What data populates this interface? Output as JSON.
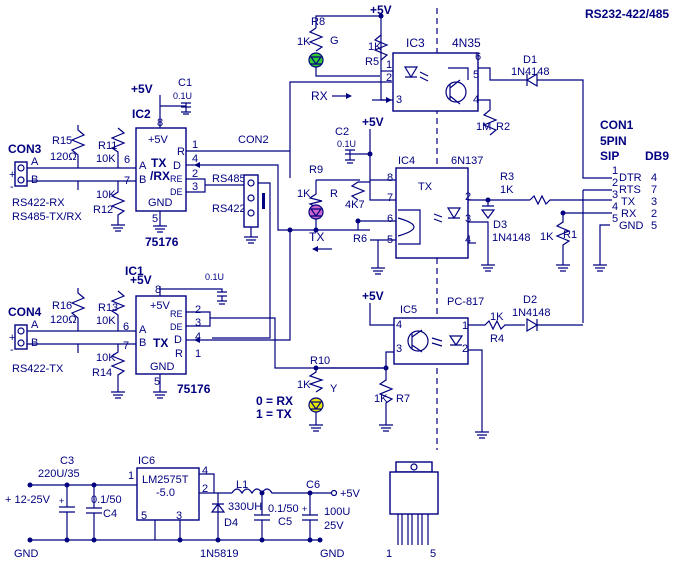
{
  "title": "RS232-422/485",
  "power": {
    "v5": "+5V"
  },
  "leds": {
    "r8": {
      "ref": "R8",
      "val": "1K",
      "color_label": "G",
      "color": "#33cc33"
    },
    "r9": {
      "ref": "R9",
      "val": "1K",
      "color_label": "R",
      "color": "#cc66cc"
    },
    "r10": {
      "ref": "R10",
      "val": "1K",
      "color_label": "Y",
      "color": "#e6e600"
    }
  },
  "resistors": {
    "r5": {
      "ref": "R5",
      "val": "1K"
    },
    "r2": {
      "ref": "R2",
      "val": "1M"
    },
    "r3": {
      "ref": "R3",
      "val": "1K"
    },
    "r1": {
      "ref": "R1",
      "val": "1K"
    },
    "r4": {
      "ref": "R4",
      "val": "1K"
    },
    "r6": {
      "ref": "R6",
      "val": "4K7"
    },
    "r7": {
      "ref": "R7",
      "val": "1K"
    },
    "r11": {
      "ref": "R11",
      "val": "10K"
    },
    "r12": {
      "ref": "R12",
      "val": "10K"
    },
    "r13": {
      "ref": "R13",
      "val": "10K"
    },
    "r14": {
      "ref": "R14",
      "val": "10K"
    },
    "r15": {
      "ref": "R15",
      "val": "120Ω"
    },
    "r16": {
      "ref": "R16",
      "val": "120Ω"
    }
  },
  "caps": {
    "c1": {
      "ref": "C1",
      "val": "0.1U"
    },
    "c2": {
      "ref": "C2",
      "val": "0.1U"
    },
    "c_ic1": {
      "val": "0.1U"
    },
    "c3": {
      "ref": "C3",
      "val": "220U/35"
    },
    "c4": {
      "ref": "C4",
      "val": "0.1/50"
    },
    "c5": {
      "ref": "C5",
      "val": "0.1/50"
    },
    "c6": {
      "ref": "C6",
      "val": "100U",
      "val2": "25V"
    }
  },
  "diodes": {
    "d1": {
      "ref": "D1",
      "val": "1N4148"
    },
    "d2": {
      "ref": "D2",
      "val": "1N4148"
    },
    "d3": {
      "ref": "D3",
      "val": "1N4148"
    },
    "d4": {
      "ref": "D4",
      "val": "1N5819"
    }
  },
  "ics": {
    "ic2": {
      "ref": "IC2",
      "tx": "TX",
      "rx": "/RX",
      "part": "75176",
      "pwr": "+5V",
      "gnd": "GND",
      "p_r": "R",
      "p_re": "RE",
      "p_de": "DE",
      "p_d": "D",
      "p_a": "A",
      "p_b": "B"
    },
    "ic1": {
      "ref": "IC1",
      "tx": "TX",
      "part": "75176",
      "pwr": "+5V",
      "gnd": "GND",
      "p_re": "RE",
      "p_de": "DE",
      "p_d": "D",
      "p_r": "R",
      "p_a": "A",
      "p_b": "B"
    },
    "ic3": {
      "ref": "IC3",
      "part": "4N35"
    },
    "ic4": {
      "ref": "IC4",
      "part": "6N137",
      "tx": "TX"
    },
    "ic5": {
      "ref": "IC5",
      "part": "PC-817"
    },
    "ic6": {
      "ref": "IC6",
      "part1": "LM2575T",
      "part2": "-5.0"
    }
  },
  "pins": {
    "ic2": [
      "8",
      "1",
      "4",
      "2",
      "3",
      "5",
      "6",
      "7"
    ],
    "ic1": [
      "8",
      "2",
      "3",
      "4",
      "1",
      "5",
      "6",
      "7"
    ],
    "ic3": [
      "1",
      "2",
      "3",
      "6",
      "5",
      "4"
    ],
    "ic4": [
      "8",
      "7",
      "6",
      "5",
      "2",
      "3",
      "4"
    ],
    "ic5": [
      "4",
      "3",
      "1",
      "2"
    ],
    "ic6": [
      "1",
      "2",
      "3",
      "4",
      "5"
    ],
    "con1": [
      "1",
      "2",
      "3",
      "4",
      "5"
    ],
    "db9": [
      "4",
      "7",
      "3",
      "2",
      "5"
    ],
    "to220": [
      "1",
      "5"
    ]
  },
  "connectors": {
    "con3": {
      "ref": "CON3",
      "l1": "RS422-RX",
      "l2": "RS485-TX/RX",
      "a": "A",
      "b": "B"
    },
    "con4": {
      "ref": "CON4",
      "l1": "RS422-TX",
      "a": "A",
      "b": "B"
    },
    "con1": {
      "ref": "CON1",
      "l1": "5PIN",
      "l2": "SIP",
      "db9": "DB9",
      "signals": [
        "DTR",
        "RTS",
        "TX",
        "RX",
        "GND"
      ]
    },
    "con2": {
      "ref": "CON2"
    },
    "jumper": {
      "rs485": "RS485",
      "rs422": "RS422"
    }
  },
  "labels": {
    "rx": "RX",
    "tx": "TX",
    "mode0": "0 = RX",
    "mode1": "1 = TX",
    "in_v": "+ 12-25V",
    "gnd": "GND",
    "l1": "L1",
    "l1_val": "330UH",
    "out_v": "+5V",
    "plus": "+",
    "minus": "-"
  }
}
